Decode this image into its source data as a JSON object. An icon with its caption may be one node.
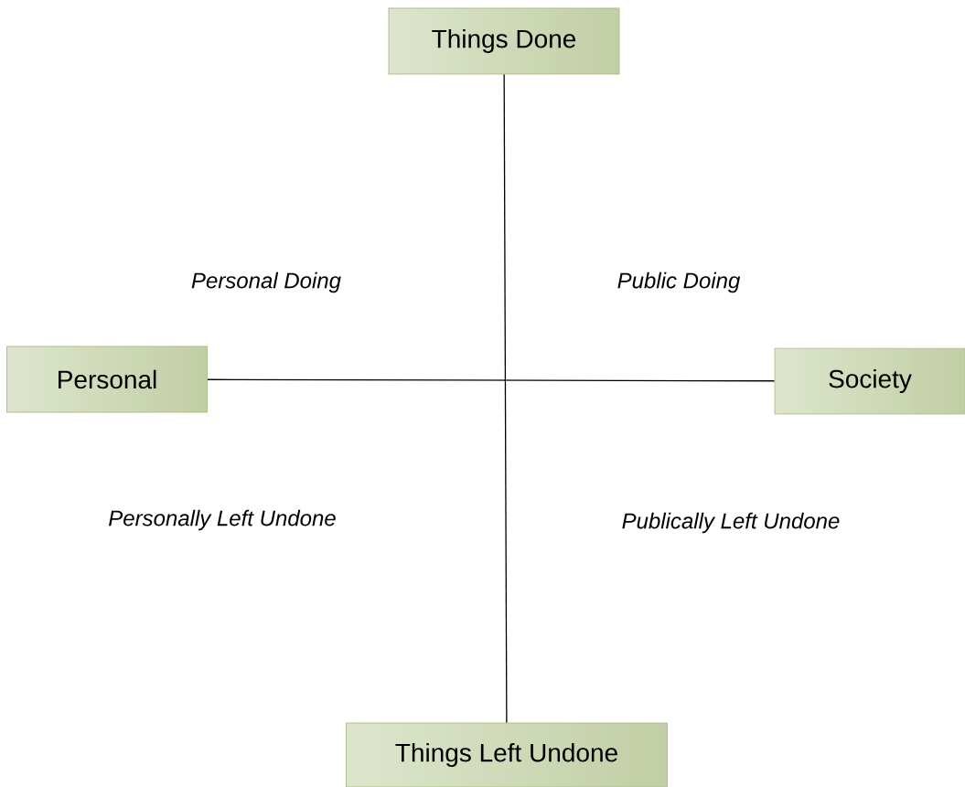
{
  "diagram": {
    "nodes": [
      {
        "text": [
          "Things Done"
        ]
      },
      {
        "text": [
          "Personal"
        ]
      },
      {
        "text": [
          "Society"
        ]
      },
      {
        "text": [
          "Things Left Undone"
        ]
      }
    ],
    "edges": [
      {
        "from": 0,
        "to": 3,
        "arrow": "none"
      },
      {
        "from": 1,
        "to": 2,
        "arrow": "none"
      }
    ],
    "labels": [
      "Personal Doing",
      "Public Doing",
      "Personally Left Undone",
      "Publically Left Undone"
    ]
  }
}
